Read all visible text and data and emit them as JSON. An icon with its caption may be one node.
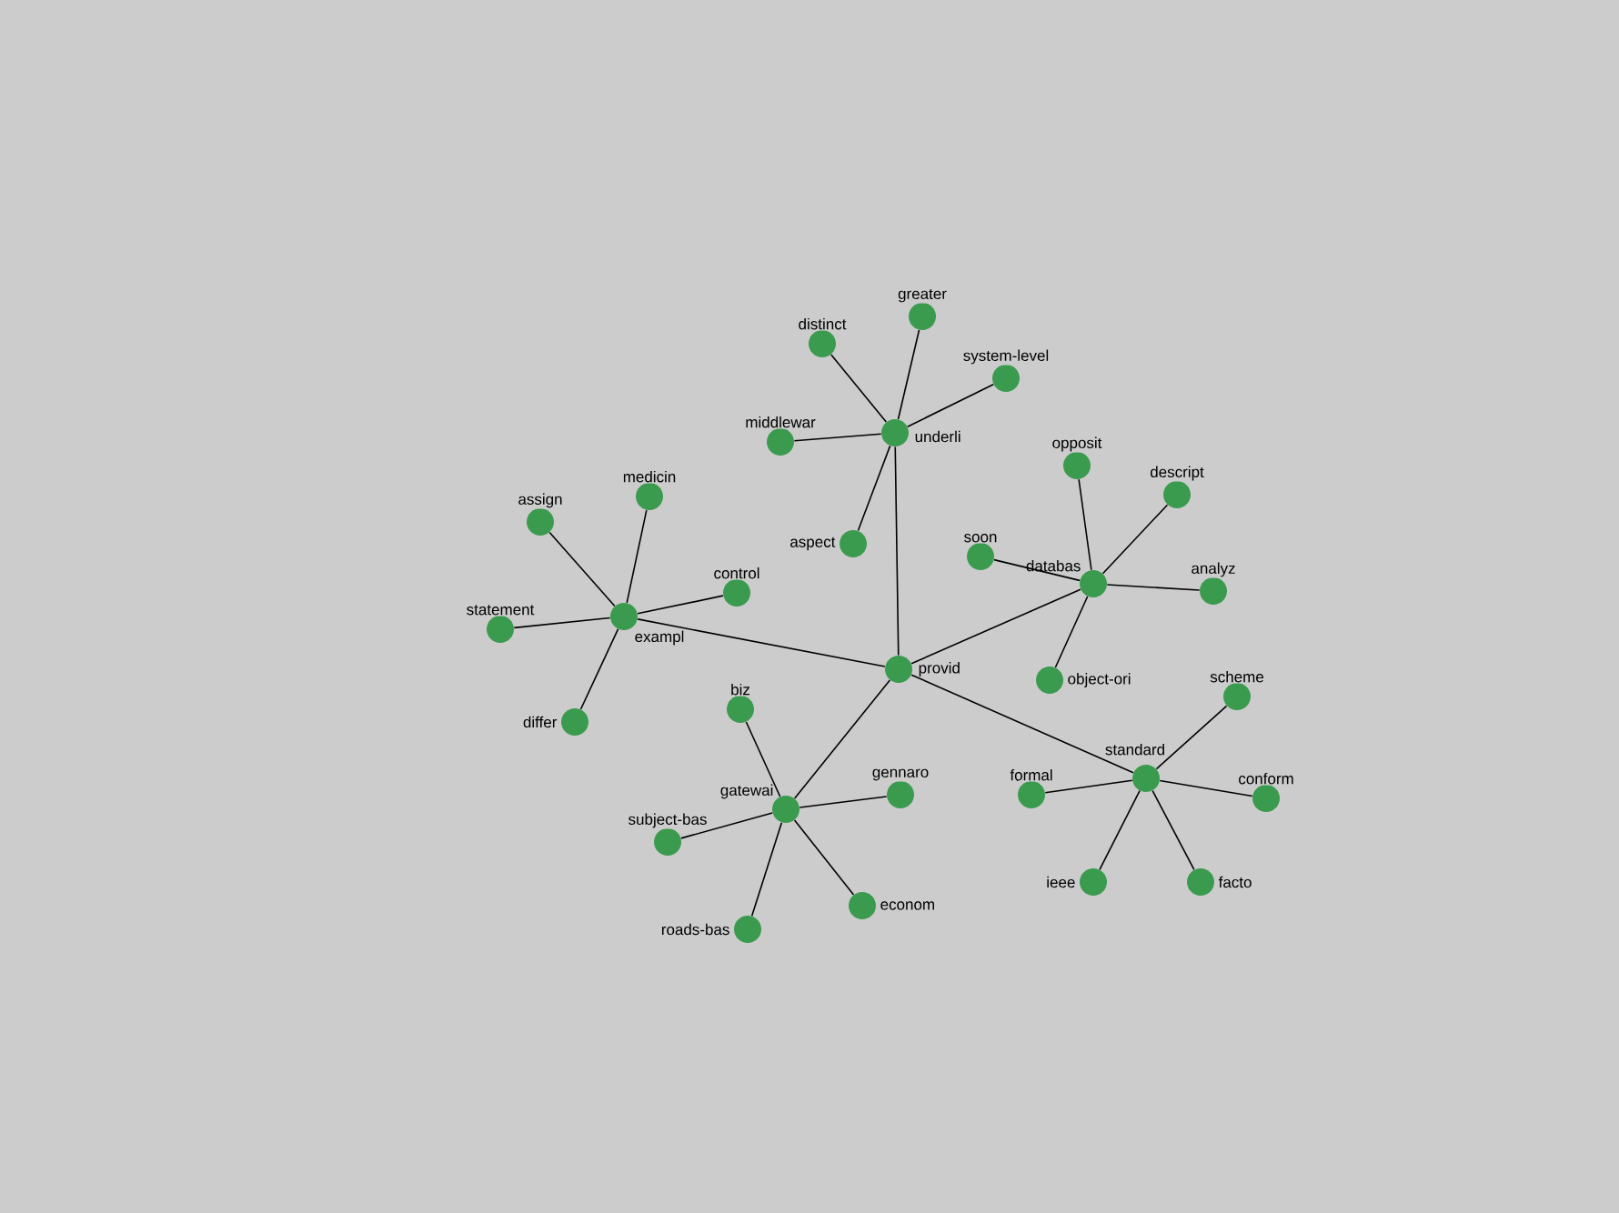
{
  "diagram": {
    "nodes": [
      {
        "text": [
          "provid"
        ]
      },
      {
        "text": [
          "exampl"
        ]
      },
      {
        "text": [
          "underli"
        ]
      },
      {
        "text": [
          "databas"
        ]
      },
      {
        "text": [
          "gatewai"
        ]
      },
      {
        "text": [
          "standard"
        ]
      },
      {
        "text": [
          "assign"
        ]
      },
      {
        "text": [
          "medicin"
        ]
      },
      {
        "text": [
          "control"
        ]
      },
      {
        "text": [
          "statement"
        ]
      },
      {
        "text": [
          "differ"
        ]
      },
      {
        "text": [
          "distinct"
        ]
      },
      {
        "text": [
          "greater"
        ]
      },
      {
        "text": [
          "system-level"
        ]
      },
      {
        "text": [
          "middlewar"
        ]
      },
      {
        "text": [
          "aspect"
        ]
      },
      {
        "text": [
          "opposit"
        ]
      },
      {
        "text": [
          "descript"
        ]
      },
      {
        "text": [
          "soon"
        ]
      },
      {
        "text": [
          "analyz"
        ]
      },
      {
        "text": [
          "object-ori"
        ]
      },
      {
        "text": [
          "biz"
        ]
      },
      {
        "text": [
          "gennaro"
        ]
      },
      {
        "text": [
          "subject-bas"
        ]
      },
      {
        "text": [
          "roads-bas"
        ]
      },
      {
        "text": [
          "econom"
        ]
      },
      {
        "text": [
          "scheme"
        ]
      },
      {
        "text": [
          "formal"
        ]
      },
      {
        "text": [
          "conform"
        ]
      },
      {
        "text": [
          "ieee"
        ]
      },
      {
        "text": [
          "facto"
        ]
      }
    ],
    "edges": [
      {
        "from": 0,
        "to": 1,
        "arrow": "none"
      },
      {
        "from": 0,
        "to": 2,
        "arrow": "none"
      },
      {
        "from": 0,
        "to": 3,
        "arrow": "none"
      },
      {
        "from": 0,
        "to": 4,
        "arrow": "none"
      },
      {
        "from": 0,
        "to": 5,
        "arrow": "none"
      },
      {
        "from": 1,
        "to": 6,
        "arrow": "none"
      },
      {
        "from": 1,
        "to": 7,
        "arrow": "none"
      },
      {
        "from": 1,
        "to": 8,
        "arrow": "none"
      },
      {
        "from": 1,
        "to": 9,
        "arrow": "none"
      },
      {
        "from": 1,
        "to": 10,
        "arrow": "none"
      },
      {
        "from": 2,
        "to": 11,
        "arrow": "none"
      },
      {
        "from": 2,
        "to": 12,
        "arrow": "none"
      },
      {
        "from": 2,
        "to": 13,
        "arrow": "none"
      },
      {
        "from": 2,
        "to": 14,
        "arrow": "none"
      },
      {
        "from": 2,
        "to": 15,
        "arrow": "none"
      },
      {
        "from": 3,
        "to": 16,
        "arrow": "none"
      },
      {
        "from": 3,
        "to": 17,
        "arrow": "none"
      },
      {
        "from": 3,
        "to": 18,
        "arrow": "none"
      },
      {
        "from": 3,
        "to": 19,
        "arrow": "none"
      },
      {
        "from": 3,
        "to": 20,
        "arrow": "none"
      },
      {
        "from": 4,
        "to": 21,
        "arrow": "none"
      },
      {
        "from": 4,
        "to": 22,
        "arrow": "none"
      },
      {
        "from": 4,
        "to": 23,
        "arrow": "none"
      },
      {
        "from": 4,
        "to": 24,
        "arrow": "none"
      },
      {
        "from": 4,
        "to": 25,
        "arrow": "none"
      },
      {
        "from": 5,
        "to": 26,
        "arrow": "none"
      },
      {
        "from": 5,
        "to": 27,
        "arrow": "none"
      },
      {
        "from": 5,
        "to": 28,
        "arrow": "none"
      },
      {
        "from": 5,
        "to": 29,
        "arrow": "none"
      },
      {
        "from": 5,
        "to": 30,
        "arrow": "none"
      }
    ]
  }
}
